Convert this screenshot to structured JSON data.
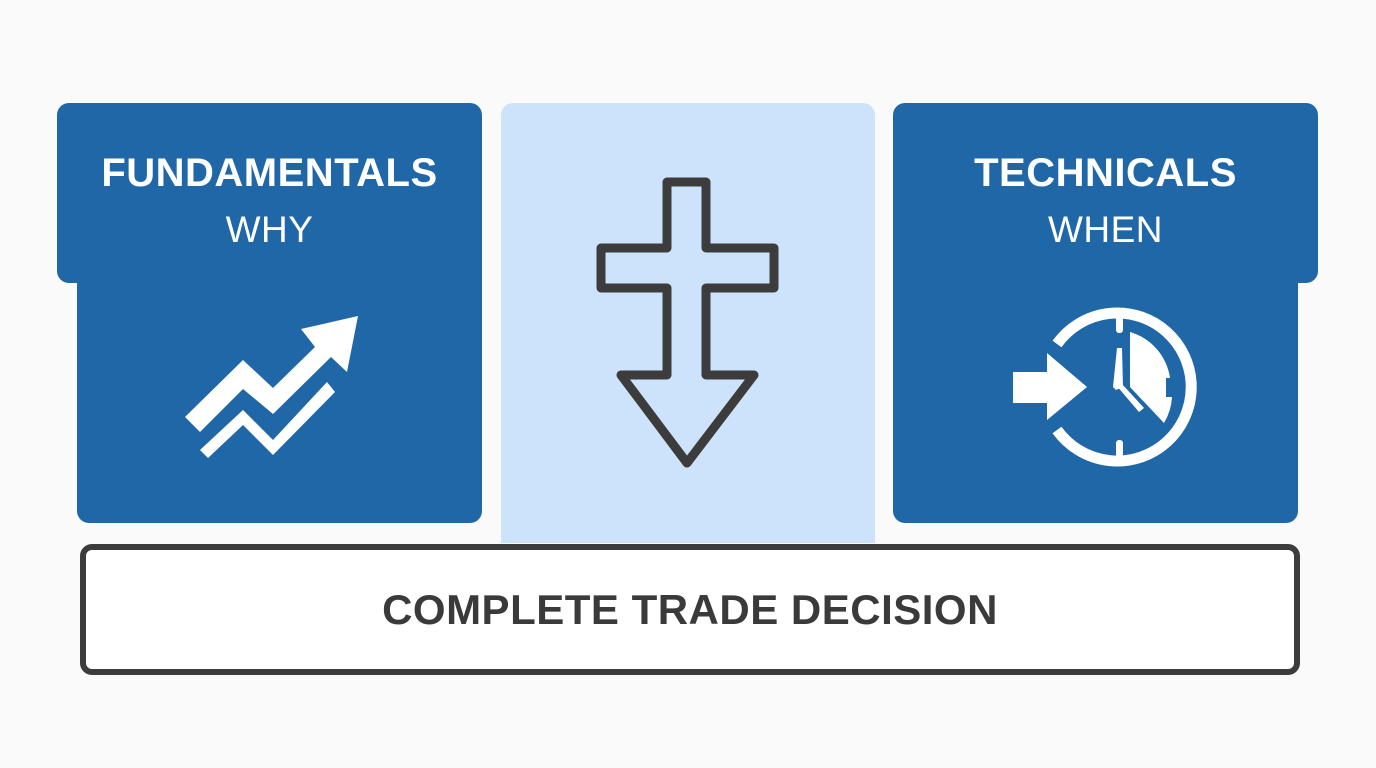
{
  "colors": {
    "background": "#fafafa",
    "panel_blue": "#2067a8",
    "panel_light": "#cde3fb",
    "icon_outline": "#3c3c3c",
    "banner_text": "#3a3a3a",
    "white": "#ffffff"
  },
  "left_panel": {
    "title": "FUNDAMENTALS",
    "subtitle": "WHY",
    "icon": "trending-up-arrow-icon"
  },
  "middle_panel": {
    "icon": "cross-down-arrow-icon"
  },
  "right_panel": {
    "title": "TECHNICALS",
    "subtitle": "WHEN",
    "icon": "arrow-into-clock-icon"
  },
  "banner": {
    "label": "COMPLETE TRADE DECISION"
  }
}
